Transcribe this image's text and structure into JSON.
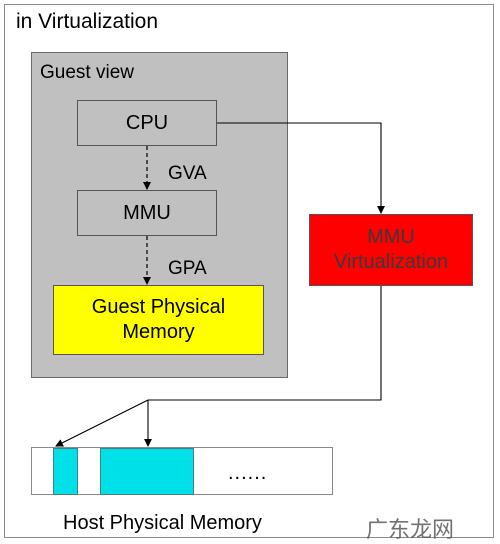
{
  "title": "in Virtualization",
  "guest_view": {
    "label": "Guest view",
    "cpu": "CPU",
    "gva": "GVA",
    "mmu": "MMU",
    "gpa": "GPA",
    "guest_physical_memory": [
      "Guest Physical",
      "Memory"
    ]
  },
  "mmu_virtualization": [
    "MMU",
    "Virtualization"
  ],
  "host": {
    "ellipsis": "......",
    "label": "Host Physical Memory"
  },
  "watermark": "广东龙网",
  "colors": {
    "guest_bg": "#c0c0c0",
    "guest_memory": "#ffff00",
    "mmu_virtualization": "#ff0000",
    "host_segment": "#00e0e8"
  }
}
